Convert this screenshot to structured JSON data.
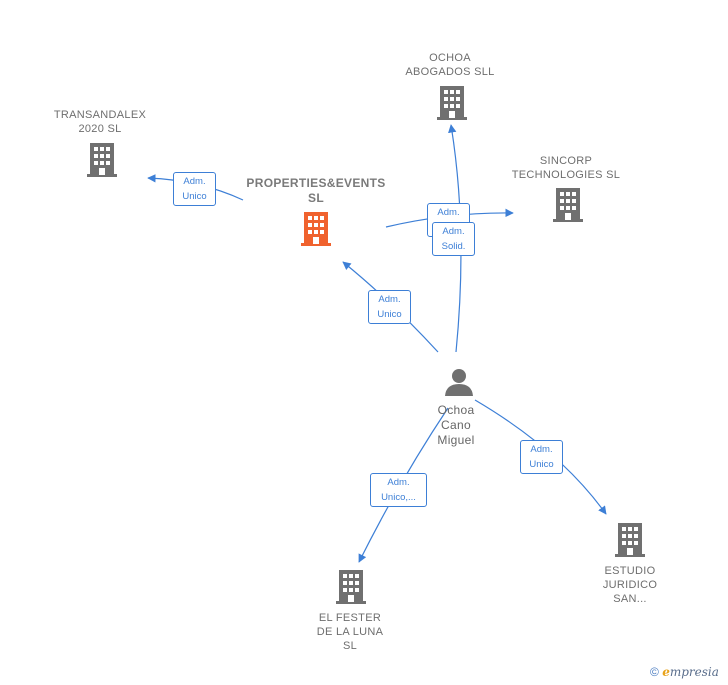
{
  "colors": {
    "edge": "#3d7fd6",
    "building_gray": "#707070",
    "building_highlight": "#f0622e",
    "person": "#707070"
  },
  "nodes": {
    "transandalex": {
      "label": "TRANSANDALEX\n2020  SL",
      "icon": "building-icon"
    },
    "ochoa_abogados": {
      "label": "OCHOA\nABOGADOS  SLL",
      "icon": "building-icon"
    },
    "sincorp": {
      "label": "SINCORP\nTECHNOLOGIES SL",
      "icon": "building-icon"
    },
    "properties": {
      "label": "PROPERTIES&EVENTS\nSL",
      "icon": "building-icon"
    },
    "person": {
      "label": "Ochoa\nCano\nMiguel",
      "icon": "person-icon"
    },
    "el_fester": {
      "label": "EL FESTER\nDE LA LUNA\nSL",
      "icon": "building-icon"
    },
    "estudio": {
      "label": "ESTUDIO\nJURIDICO\nSAN...",
      "icon": "building-icon"
    }
  },
  "edges": {
    "to_transandalex": {
      "label": "Adm.\nUnico"
    },
    "to_sincorp": {
      "label": "Adm.\nUnico"
    },
    "to_ochoa_abogados": {
      "label": "Adm.\nSolid."
    },
    "to_properties": {
      "label": "Adm.\nUnico"
    },
    "to_el_fester": {
      "label": "Adm.\nUnico,..."
    },
    "to_estudio": {
      "label": "Adm.\nUnico"
    }
  },
  "footer": {
    "copyright": "©",
    "brand_initial": "e",
    "brand_rest": "mpresia"
  }
}
